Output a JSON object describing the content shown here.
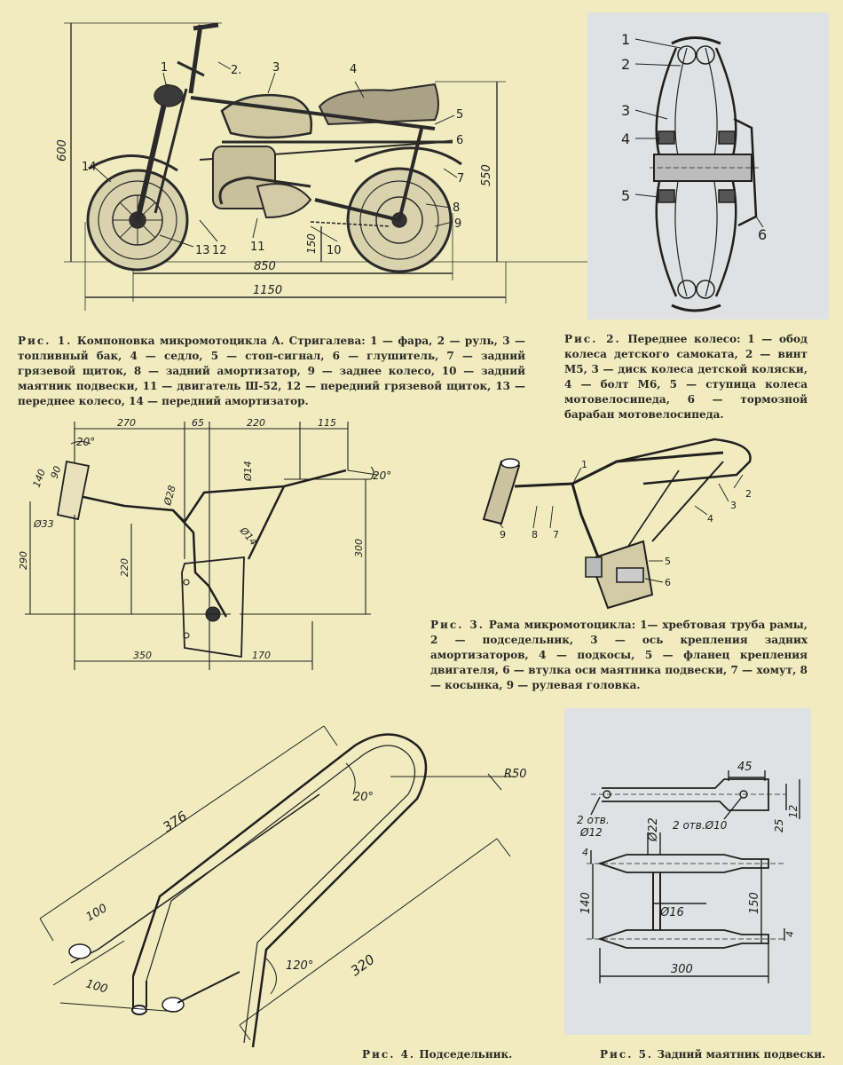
{
  "figure1": {
    "caption_prefix": "Рис. 1.",
    "caption_title": "Компоновка микромотоцикла А. Стригалева:",
    "caption_body": "1 — фара, 2 — руль, 3 — топливный бак, 4 — седло, 5 — стоп-сигнал, 6 — глушитель, 7 — задний грязевой щиток, 8 — задний амортизатор, 9 — заднее колесо, 10 — задний маятник подвески, 11 — двигатель Ш-52, 12 — передний грязевой щиток, 13 — переднее колесо, 14 — передний амортизатор.",
    "callouts": [
      "1",
      "2.",
      "3",
      "4",
      "5",
      "6",
      "7",
      "8",
      "9",
      "10",
      "11",
      "12",
      "13",
      "14"
    ],
    "dims": {
      "height": "600",
      "seat_height": "550",
      "clearance": "150",
      "wheelbase": "850",
      "length": "1150"
    }
  },
  "figure2": {
    "caption_prefix": "Рис. 2.",
    "caption_title": "Переднее колесо:",
    "caption_body": "1 — обод колеса детского самоката, 2 — винт М5, 3 — диск колеса детской коляски, 4 — болт М6, 5 — ступица колеса мотовелосипеда, 6 — тормозной барабан мотовелосипеда.",
    "callouts": [
      "1",
      "2",
      "3",
      "4",
      "5",
      "6"
    ]
  },
  "figure3": {
    "caption_prefix": "Рис. 3.",
    "caption_title": "Рама микромотоцикла:",
    "caption_body": "1— хребтовая труба рамы, 2 — подседельник, 3 — ось крепления задних амортизаторов, 4 — подкосы, 5 — фланец крепления двигателя, 6 — втулка оси маятника подвески, 7 — хомут, 8 — косынка, 9 — рулевая головка.",
    "callouts": [
      "1",
      "2",
      "3",
      "4",
      "5",
      "6",
      "7",
      "8",
      "9"
    ],
    "dims": {
      "d270": "270",
      "d65": "65",
      "d220top": "220",
      "d115": "115",
      "a20left": "20°",
      "a20right": "20°",
      "d140": "140",
      "d90": "90",
      "d33": "Ø33",
      "d28": "Ø28",
      "d14a": "Ø14",
      "d14b": "Ø14",
      "d290": "290",
      "d220": "220",
      "d300": "300",
      "d350": "350",
      "d170": "170"
    }
  },
  "figure4": {
    "caption_prefix": "Рис. 4.",
    "caption_title": "Подседельник.",
    "dims": {
      "d376": "376",
      "a20": "20°",
      "r50": "R50",
      "d100a": "100",
      "d100b": "100",
      "a120": "120°",
      "d320": "320"
    }
  },
  "figure5": {
    "caption_prefix": "Рис. 5.",
    "caption_title": "Задний маятник подвески.",
    "dims": {
      "d45": "45",
      "holes_left": "2 отв.",
      "d12": "Ø12",
      "holes_right": "2 отв.Ø10",
      "d12r": "12",
      "d25": "25",
      "d22": "Ø22",
      "d4top": "4",
      "d140": "140",
      "d16": "Ø16",
      "d150": "150",
      "d4bot": "4",
      "d300": "300"
    }
  }
}
